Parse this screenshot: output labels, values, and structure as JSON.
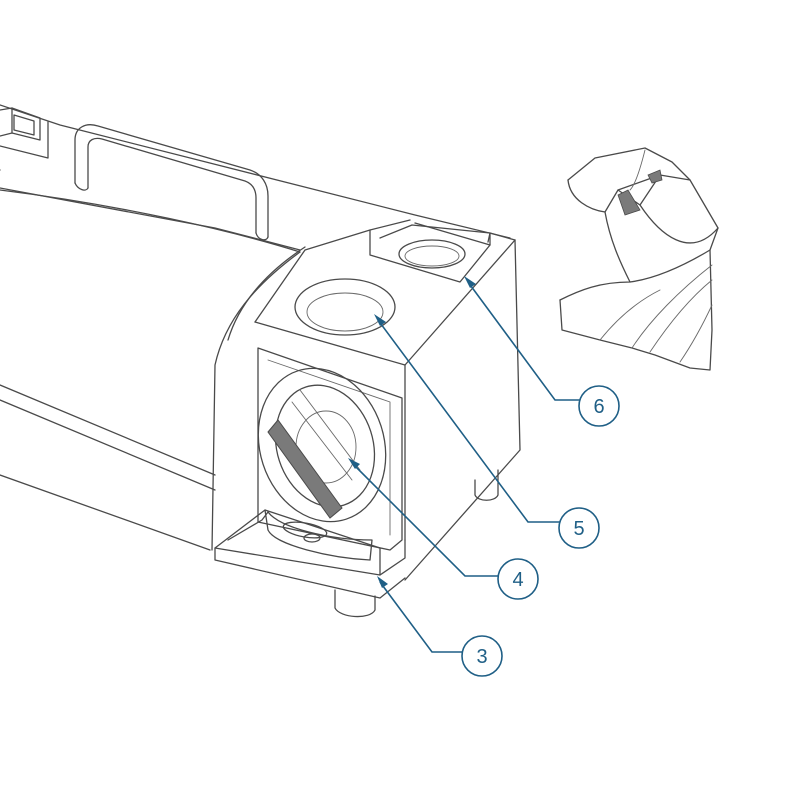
{
  "figure": {
    "type": "technical-line-drawing",
    "subject": "drill-bit-grinder",
    "callouts": [
      {
        "id": "3",
        "label": "3"
      },
      {
        "id": "4",
        "label": "4"
      },
      {
        "id": "5",
        "label": "5"
      },
      {
        "id": "6",
        "label": "6"
      }
    ]
  },
  "colors": {
    "ink": "#4a4a4a",
    "leader": "#1f5f86",
    "background": "#ffffff",
    "shade": "#7a7a7a"
  }
}
